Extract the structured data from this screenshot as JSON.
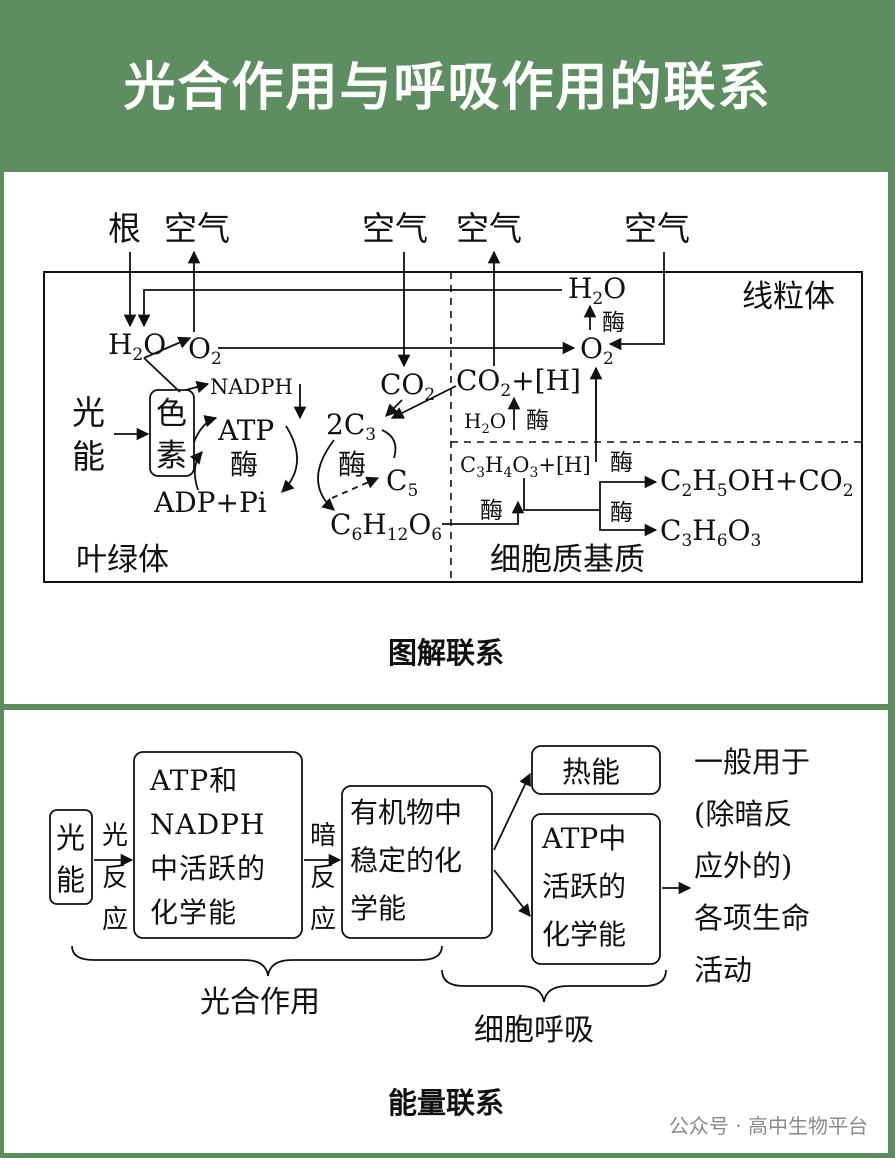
{
  "title": "光合作用与呼吸作用的联系",
  "diagram1": {
    "caption": "图解联系",
    "labels": {
      "root": "根",
      "air1": "空气",
      "air2": "空气",
      "air3": "空气",
      "air4": "空气",
      "mito": "线粒体",
      "chloro": "叶绿体",
      "cyto": "细胞质基质",
      "light1": "光",
      "light2": "能",
      "pig1": "色",
      "pig2": "素",
      "nadph": "NADPH",
      "atp": "ATP",
      "enz_atp": "酶",
      "adp": "ADP+Pi",
      "enz_c3": "酶",
      "enz_mito1": "酶",
      "enz_mito2": "酶",
      "enz_cyto1": "酶",
      "enz_cyto2": "酶",
      "enz_cyto3": "酶",
      "ethanol_p1": "OH+CO"
    }
  },
  "diagram2": {
    "caption": "能量联系",
    "light_energy": [
      "光",
      "能"
    ],
    "light_reaction": [
      "光",
      "反",
      "应"
    ],
    "atp_box": [
      "ATP和",
      "NADPH",
      "中活跃的",
      "化学能"
    ],
    "dark_reaction": [
      "暗",
      "反",
      "应"
    ],
    "organic_box": [
      "有机物中",
      "稳定的化",
      "学能"
    ],
    "heat": "热能",
    "atp2_box": [
      "ATP中",
      "活跃的",
      "化学能"
    ],
    "use_text": [
      "一般用于",
      "(除暗反",
      "应外的)",
      "各项生命",
      "活动"
    ],
    "photosynthesis": "光合作用",
    "respiration": "细胞呼吸"
  },
  "watermark": "公众号 · 高中生物平台"
}
